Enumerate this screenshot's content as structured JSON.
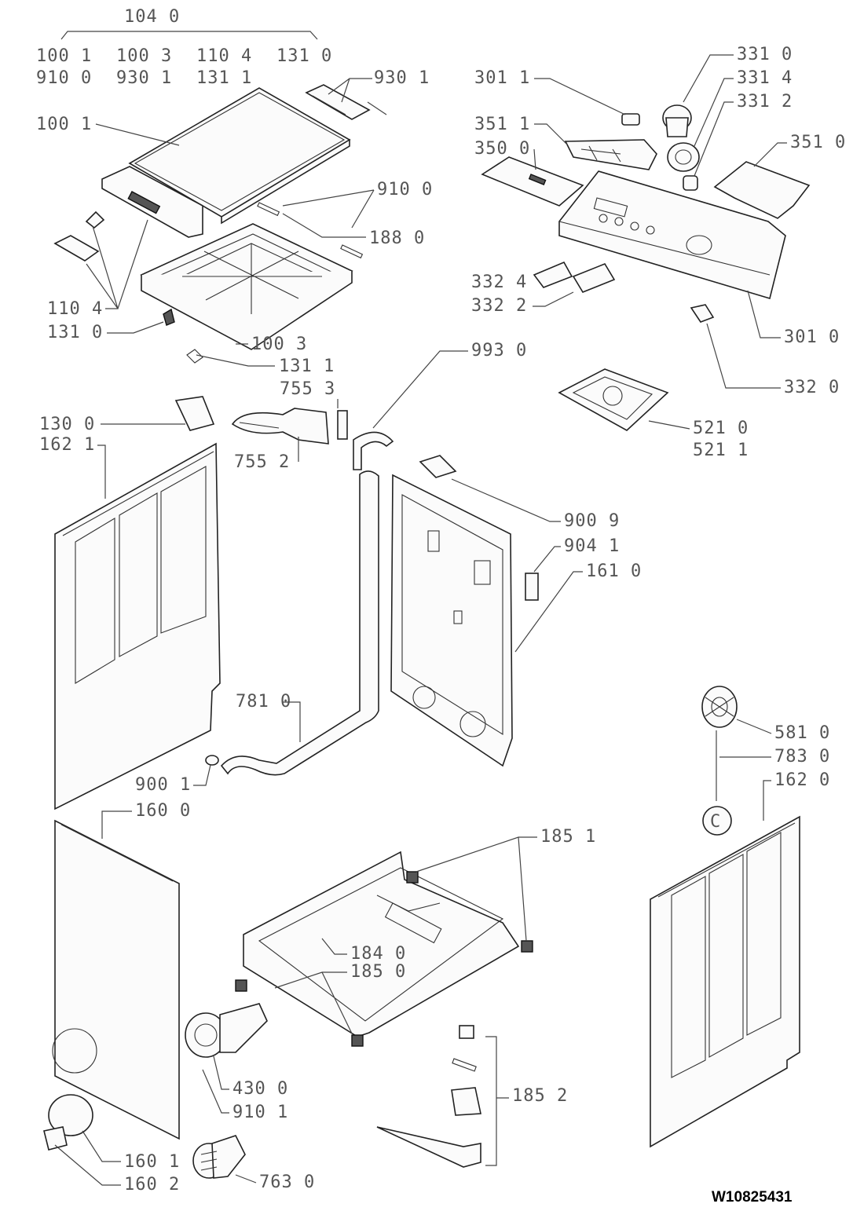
{
  "document_id": "W10825431",
  "group_label": "104 0",
  "group_members": [
    "100 1",
    "100 3",
    "110 4",
    "131 0",
    "910 0",
    "930 1",
    "131 1"
  ],
  "callouts": {
    "c9301_top": "930 1",
    "c1001": "100 1",
    "c9100": "910 0",
    "c1880": "188 0",
    "c1104": "110 4",
    "c1310": "131 0",
    "c1003": "100 3",
    "c1311": "131 1",
    "c7553": "755 3",
    "c1300": "130 0",
    "c1621": "162 1",
    "c7552": "755 2",
    "c9930": "993 0",
    "c9009": "900 9",
    "c9041": "904 1",
    "c1610": "161 0",
    "c7810": "781 0",
    "c9001": "900 1",
    "c1600": "160 0",
    "c1851": "185 1",
    "c1840": "184 0",
    "c1850": "185 0",
    "c4300": "430 0",
    "c9101": "910 1",
    "c1852": "185 2",
    "c1601": "160 1",
    "c1602": "160 2",
    "c7630": "763 0",
    "c3011": "301 1",
    "c3511": "351 1",
    "c3500": "350 0",
    "c3310": "331 0",
    "c3314": "331 4",
    "c3312": "331 2",
    "c3510": "351 0",
    "c3324": "332 4",
    "c3322": "332 2",
    "c3010": "301 0",
    "c3320": "332 0",
    "c5210": "521 0",
    "c5211": "521 1",
    "c5810": "581 0",
    "c7830": "783 0",
    "c1620": "162 0",
    "marker_c": "C"
  }
}
